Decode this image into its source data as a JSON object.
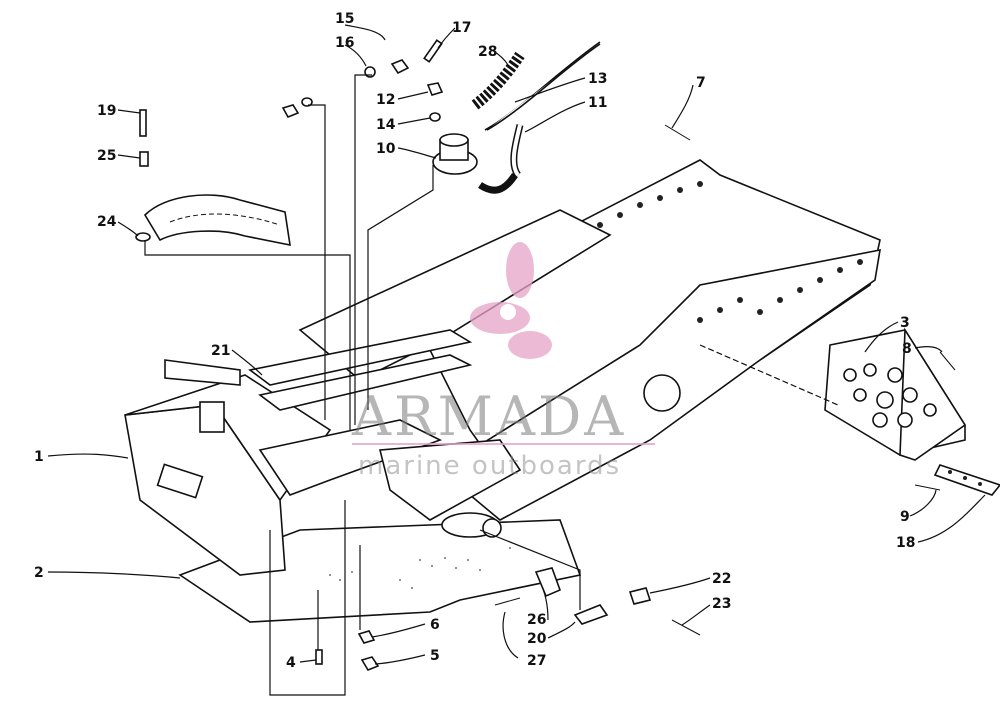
{
  "watermark": {
    "brand": "ARMADA",
    "tagline": "marine outboards",
    "accent_color": "#e6a3c8"
  },
  "callouts": [
    "1",
    "2",
    "3",
    "4",
    "5",
    "6",
    "7",
    "8",
    "9",
    "10",
    "11",
    "12",
    "13",
    "14",
    "15",
    "16",
    "17",
    "18",
    "19",
    "20",
    "21",
    "22",
    "23",
    "24",
    "25",
    "26",
    "27",
    "28"
  ]
}
